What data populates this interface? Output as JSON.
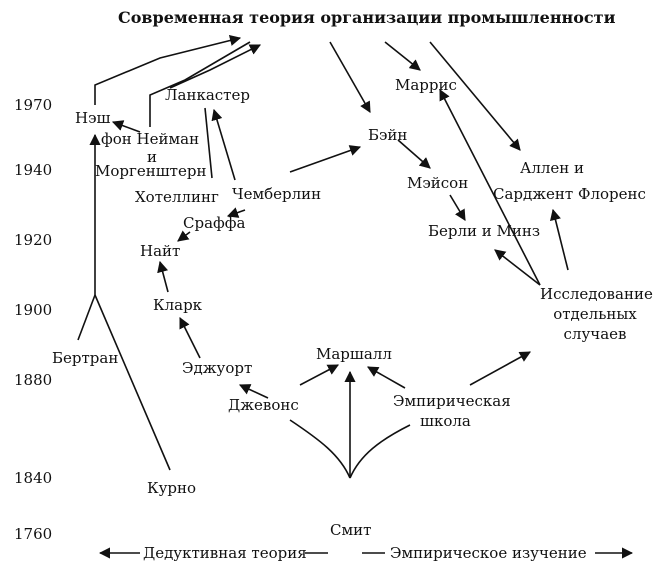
{
  "title": "Современная теория организации промышленности",
  "years": [
    "1970",
    "1940",
    "1920",
    "1900",
    "1880",
    "1840",
    "1760"
  ],
  "nodes": {
    "nash": "Нэш",
    "neumann_1": "фон Нейман",
    "neumann_2": "и",
    "neumann_3": "Моргенштерн",
    "lancaster": "Ланкастер",
    "hotelling": "Хотеллинг",
    "chamberlin": "Чемберлин",
    "sraffa": "Сраффа",
    "knight": "Найт",
    "clark": "Кларк",
    "bertrand": "Бертран",
    "edgeworth": "Эджуорт",
    "jevons": "Джевонс",
    "marshall": "Маршалл",
    "empirical_1": "Эмпирическая",
    "empirical_2": "школа",
    "cournot": "Курно",
    "smith": "Смит",
    "bain": "Бэйн",
    "marris": "Маррис",
    "mason": "Мэйсон",
    "berle_means": "Берли и Минз",
    "allen_1": "Аллен и",
    "allen_2": "Сарджент Флоренс",
    "case_1": "Исследование",
    "case_2": "отдельных",
    "case_3": "случаев"
  },
  "footer": {
    "deductive": "Дедуктивная теория",
    "empirical": "Эмпирическое изучение"
  }
}
